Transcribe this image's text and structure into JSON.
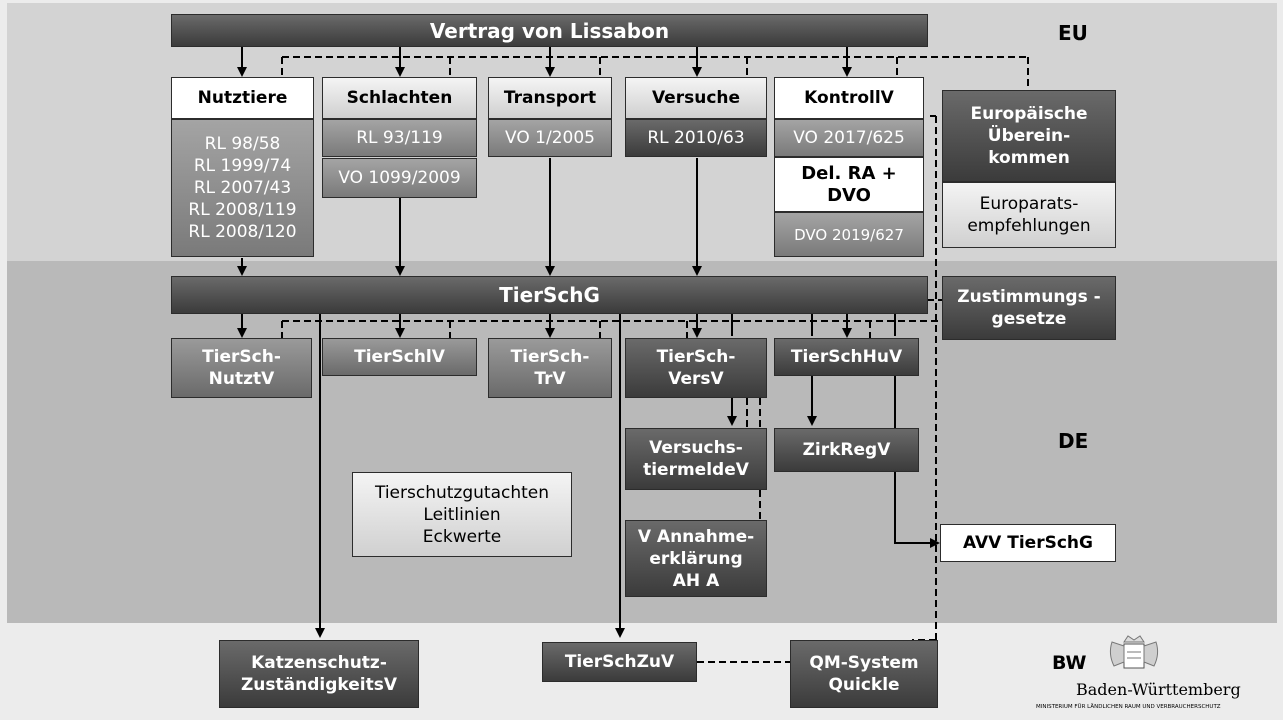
{
  "regions": {
    "eu": "EU",
    "de": "DE"
  },
  "lisbon": "Vertrag von Lissabon",
  "nutztiere": {
    "title": "Nutztiere",
    "items": [
      "RL 98/58",
      "RL 1999/74",
      "RL 2007/43",
      "RL 2008/119",
      "RL 2008/120"
    ]
  },
  "schlachten": {
    "title": "Schlachten",
    "items": [
      "RL 93/119",
      "VO 1099/2009"
    ]
  },
  "transport": {
    "title": "Transport",
    "item": "VO 1/2005"
  },
  "versuche": {
    "title": "Versuche",
    "item": "RL 2010/63"
  },
  "kontroll": {
    "title": "KontrollV",
    "item": "VO 2017/625",
    "sub": "Del. RA + DVO",
    "sub_item": "DVO 2019/627"
  },
  "europ": {
    "title": "Europäische Überein-kommen",
    "sub": "Europarats-empfehlungen"
  },
  "tierschg": "TierSchG",
  "zustimmung": "Zustimmungs -gesetze",
  "nutztv": "TierSch-NutztV",
  "schlv": "TierSchlV",
  "trv": "TierSch-TrV",
  "versv": "TierSch-VersV",
  "huv": "TierSchHuV",
  "meldev": "Versuchs-tiermeldeV",
  "zirk": "ZirkRegV",
  "annahme": "V Annahme-erklärung AH A",
  "avv": "AVV TierSchG",
  "gutachten": [
    "Tierschutzgutachten",
    "Leitlinien",
    "Eckwerte"
  ],
  "katzen": "Katzenschutz-ZuständigkeitsV",
  "zuv": "TierSchZuV",
  "qm": "QM-System Quickle",
  "logo": {
    "abbr": "BW",
    "name": "Baden-Württemberg",
    "ministry": "MINISTERIUM FÜR LÄNDLICHEN RAUM UND VERBRAUCHERSCHUTZ"
  }
}
